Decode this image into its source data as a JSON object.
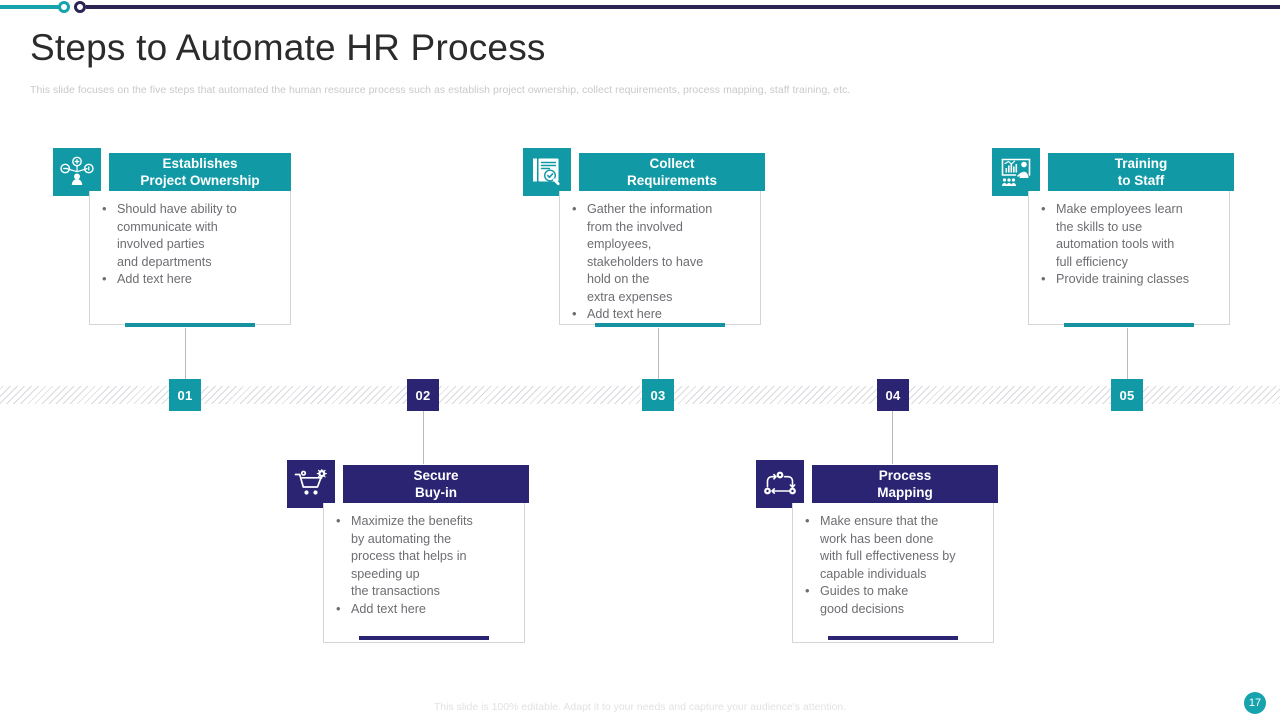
{
  "slide": {
    "title": "Steps to Automate HR Process",
    "subtitle": "This slide focuses on the five steps that automated the human resource process such as establish project ownership, collect requirements, process mapping, staff training, etc.",
    "footnote": "This slide is 100% editable. Adapt it to your needs and capture your audience's attention.",
    "page_number": "17"
  },
  "colors": {
    "teal": "#119aa6",
    "teal_accent": "#17a3ad",
    "navy": "#2b2472",
    "navy_bar": "#2b2452",
    "body_text": "#6d6d72",
    "border": "#d5d5d9",
    "subtitle": "#c9c9cc"
  },
  "steps": [
    {
      "number": "01",
      "color": "teal",
      "position": "top",
      "icon": "project-ownership-icon",
      "title": "Establishes\nProject Ownership",
      "bullets": [
        "Should have ability to\ncommunicate with\ninvolved parties\nand departments",
        "Add text here"
      ]
    },
    {
      "number": "02",
      "color": "navy",
      "position": "bottom",
      "icon": "shopping-cart-gear-icon",
      "title": "Secure\nBuy-in",
      "bullets": [
        "Maximize the benefits\nby automating the\nprocess that helps in\nspeeding up\nthe transactions",
        "Add text here"
      ]
    },
    {
      "number": "03",
      "color": "teal",
      "position": "top",
      "icon": "document-check-search-icon",
      "title": "Collect\nRequirements",
      "bullets": [
        "Gather the information\nfrom the involved\nemployees,\nstakeholders to have\nhold on the\nextra expenses",
        "Add text here"
      ]
    },
    {
      "number": "04",
      "color": "navy",
      "position": "bottom",
      "icon": "process-flow-gears-icon",
      "title": "Process\nMapping",
      "bullets": [
        "Make ensure that the\nwork has been done\nwith full effectiveness by\ncapable individuals",
        "Guides to make\ngood decisions"
      ]
    },
    {
      "number": "05",
      "color": "teal",
      "position": "top",
      "icon": "training-presentation-icon",
      "title": "Training\nto Staff",
      "bullets": [
        "Make employees learn\nthe skills to use\nautomation tools with\nfull efficiency",
        "Provide training classes"
      ]
    }
  ]
}
